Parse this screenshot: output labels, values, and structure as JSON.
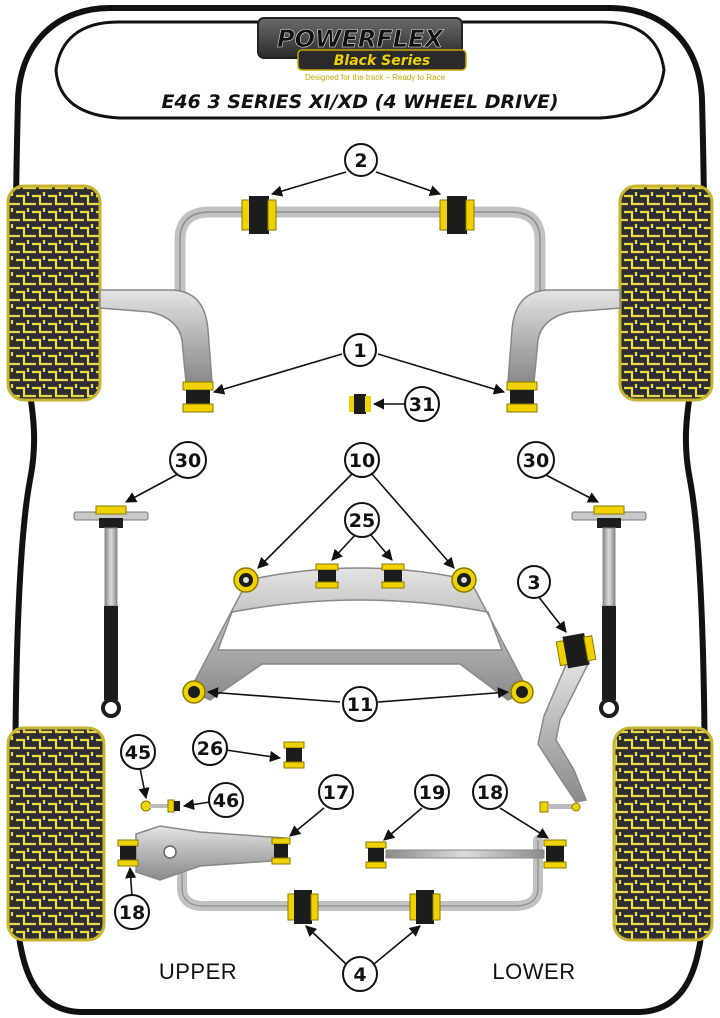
{
  "brand": {
    "name": "POWERFLEX",
    "series": "Black Series",
    "tagline": "Designed for the track – Ready to Race"
  },
  "title": "E46 3 SERIES XI/XD (4 WHEEL DRIVE)",
  "labels": {
    "upper": "UPPER",
    "lower": "LOWER"
  },
  "callouts": {
    "c1": "1",
    "c2": "2",
    "c3": "3",
    "c4": "4",
    "c10": "10",
    "c11": "11",
    "c17": "17",
    "c18a": "18",
    "c18b": "18",
    "c19": "19",
    "c25": "25",
    "c26": "26",
    "c30a": "30",
    "c30b": "30",
    "c31": "31",
    "c45": "45",
    "c46": "46"
  },
  "colors": {
    "bush_yellow": "#f0d200",
    "bush_black": "#1c1c1c",
    "tyre_yellow": "#e8d84a",
    "tyre_dark": "#2e2e2e",
    "arm_grey": "#b8b8b8",
    "body_outline": "#111111"
  }
}
